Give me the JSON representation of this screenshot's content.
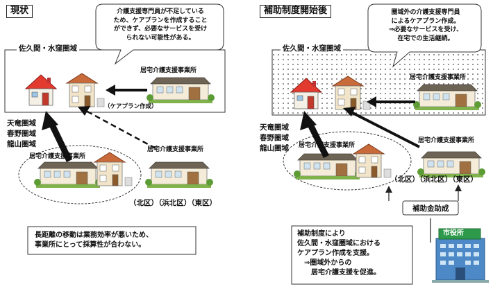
{
  "left_panel": {
    "title": "現状",
    "area_label": "佐久間・水窪圏域",
    "bubble_lines": [
      "介護支援専門員が不足している",
      "ため、ケアプランを作成すること",
      "ができず、必要なサービスを受け",
      "られない可能性がある。"
    ],
    "office_label_right": "居宅介護支援事業所",
    "care_plan_label": "（ケアプラン作成）",
    "regions": [
      "天竜圏域",
      "春野圏域",
      "龍山圏域"
    ],
    "office_label_lower_left": "居宅介護支援事業所",
    "office_label_lower_right": "居宅介護支援事業所",
    "districts": "（北区）（浜北区）（東区）",
    "note_lines": [
      "長距離の移動は業務効率が悪いため、",
      "事業所にとって採算性が合わない。"
    ]
  },
  "right_panel": {
    "title": "補助制度開始後",
    "area_label": "佐久間・水窪圏域",
    "bubble_lines": [
      "圏域外の介護支援専門員",
      "によるケアプラン作成。",
      "⇒必要なサービスを受け、",
      "在宅での生活継続。"
    ],
    "office_label_right": "居宅介護支援事業所",
    "regions": [
      "天竜圏域",
      "春野圏域",
      "龍山圏域"
    ],
    "office_label_lower_left": "居宅介護支援事業所",
    "office_label_lower_right": "居宅介護支援事業所",
    "districts": "（北区）（浜北区）（東区）",
    "subsidy_label": "補助金助成",
    "city_hall_sign": "市役所",
    "note_lines": [
      "補助制度により",
      "佐久間・水窪圏域における",
      "ケアプラン作成を支援。",
      "　⇒圏域外からの",
      "　　居宅介護支援を促進。"
    ]
  }
}
